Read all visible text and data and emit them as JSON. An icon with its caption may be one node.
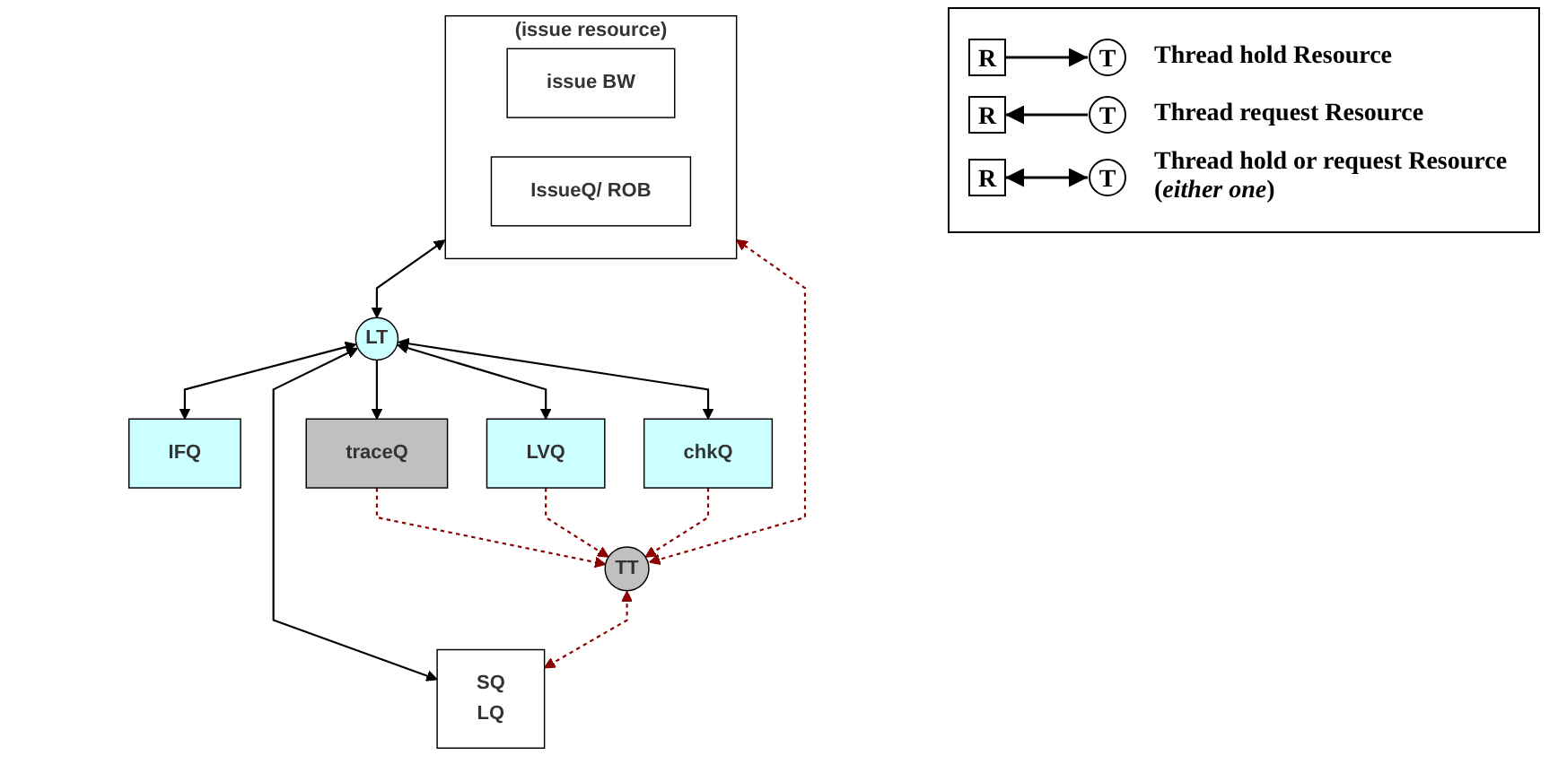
{
  "diagram": {
    "nodes": [
      {
        "text": [
          "LT"
        ]
      },
      {
        "text": [
          "TT"
        ]
      },
      {
        "text": [
          "IFQ"
        ]
      },
      {
        "text": [
          "LVQ"
        ]
      },
      {
        "text": [
          "(issue resource)"
        ]
      },
      {
        "text": [
          "issue BW"
        ],
        "in": 4
      },
      {
        "text": [
          "IssueQ/ ROB"
        ],
        "in": 4
      },
      {
        "text": [
          "chkQ"
        ]
      },
      {
        "text": [
          "traceQ"
        ]
      },
      {
        "text": [
          "SQ",
          "LQ"
        ]
      }
    ],
    "edges": [
      {
        "from": 0,
        "to": 2,
        "arrow": "both"
      },
      {
        "from": 0,
        "to": 8,
        "arrow": "to"
      },
      {
        "from": 4,
        "to": 0,
        "arrow": "both"
      },
      {
        "from": 0,
        "to": 9,
        "arrow": "both"
      },
      {
        "from": 0,
        "to": 7,
        "arrow": "both"
      },
      {
        "from": 0,
        "to": 3,
        "arrow": "both"
      },
      {
        "from": 8,
        "to": 1,
        "arrow": "to",
        "style": "dashed",
        "color": "#8b0000"
      },
      {
        "from": 1,
        "to": 4,
        "arrow": "both",
        "style": "dashed",
        "color": "#8b0000"
      },
      {
        "from": 1,
        "to": 9,
        "arrow": "both",
        "style": "dashed",
        "color": "#8b0000"
      },
      {
        "from": 3,
        "to": 1,
        "arrow": "to",
        "style": "dashed",
        "color": "#8b0000"
      },
      {
        "from": 7,
        "to": 1,
        "arrow": "to",
        "style": "dashed",
        "color": "#8b0000"
      }
    ],
    "labels": [
      "R",
      "T",
      "R",
      "T",
      "R",
      "T"
    ],
    "legend": [
      {
        "text": "Thread hold Resource"
      },
      {
        "text": "Thread request Resource"
      },
      {
        "text": "Thread hold or request Resource (*either one*)"
      }
    ]
  }
}
